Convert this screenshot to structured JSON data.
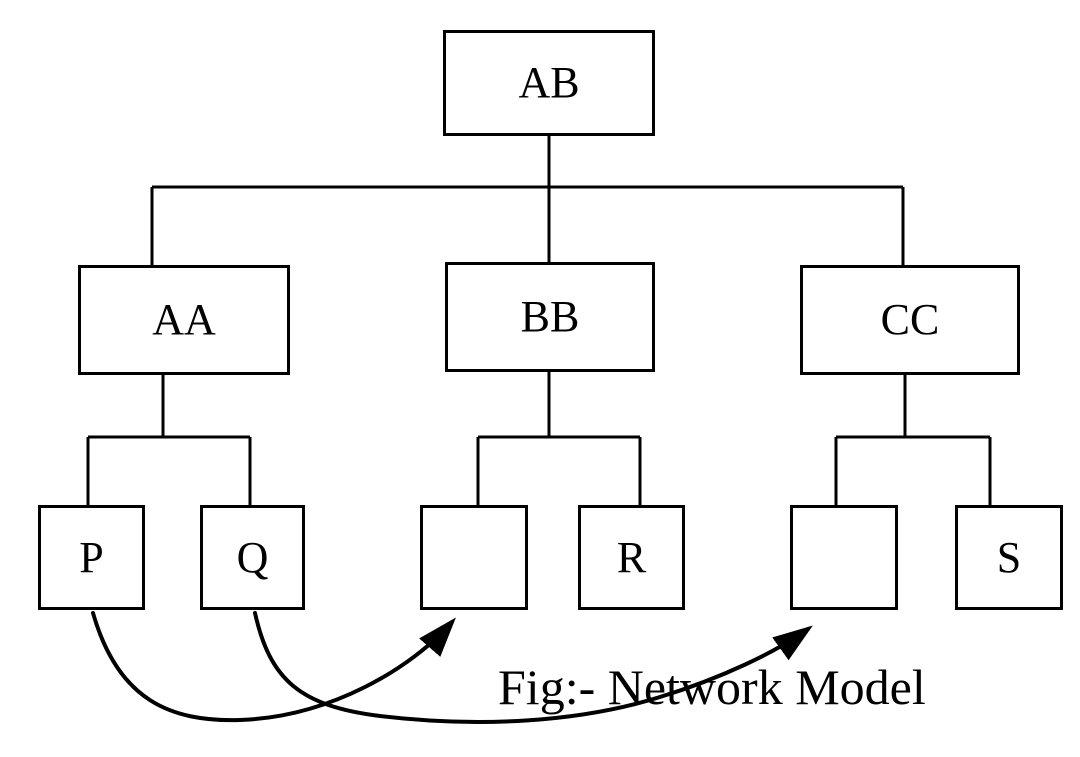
{
  "figure": {
    "caption": "Fig:- Network Model",
    "type": "network model hierarchy diagram"
  },
  "nodes": {
    "root": {
      "label": "AB"
    },
    "level2": [
      {
        "label": "AA"
      },
      {
        "label": "BB"
      },
      {
        "label": "CC"
      }
    ],
    "leaves": [
      {
        "label": "P",
        "parent": "AA"
      },
      {
        "label": "Q",
        "parent": "AA"
      },
      {
        "label": "",
        "parent": "BB"
      },
      {
        "label": "R",
        "parent": "BB"
      },
      {
        "label": "",
        "parent": "CC"
      },
      {
        "label": "S",
        "parent": "CC"
      }
    ]
  },
  "links": {
    "tree_edges": [
      {
        "from": "AB",
        "to": "AA"
      },
      {
        "from": "AB",
        "to": "BB"
      },
      {
        "from": "AB",
        "to": "CC"
      },
      {
        "from": "AA",
        "to": "P"
      },
      {
        "from": "AA",
        "to": "Q"
      },
      {
        "from": "BB",
        "to": "blank box (left child of BB)"
      },
      {
        "from": "BB",
        "to": "R"
      },
      {
        "from": "CC",
        "to": "blank box (left child of CC)"
      },
      {
        "from": "CC",
        "to": "S"
      }
    ],
    "arrows": [
      {
        "from": "P",
        "to": "blank box under BB"
      },
      {
        "from": "Q",
        "to": "blank box under CC"
      }
    ]
  },
  "colors": {
    "stroke": "#000000",
    "background": "#ffffff"
  }
}
